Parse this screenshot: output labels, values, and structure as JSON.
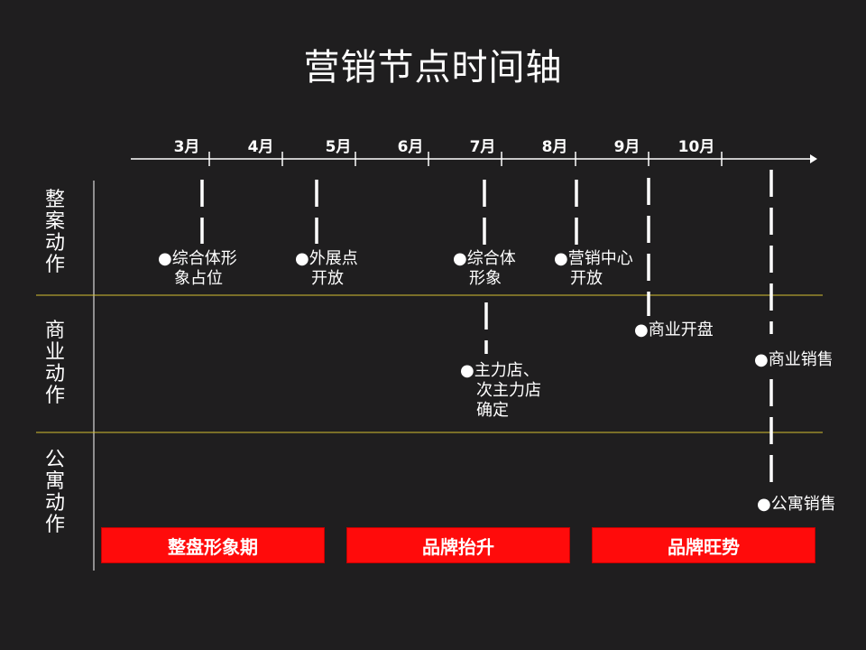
{
  "title": "营销节点时间轴",
  "months": [
    "3月",
    "4月",
    "5月",
    "6月",
    "7月",
    "8月",
    "9月",
    "10月"
  ],
  "rows": [
    {
      "label": [
        "整",
        "案",
        "动",
        "作"
      ]
    },
    {
      "label": [
        "商",
        "业",
        "动",
        "作"
      ]
    },
    {
      "label": [
        "公",
        "寓",
        "动",
        "作"
      ]
    }
  ],
  "events": {
    "e1": {
      "bullet": "●",
      "line1": "综合体形",
      "line2": "象占位"
    },
    "e2": {
      "bullet": "●",
      "line1": "外展点",
      "line2": "开放"
    },
    "e3": {
      "bullet": "●",
      "line1": "综合体",
      "line2": "形象"
    },
    "e4": {
      "bullet": "●",
      "line1": "营销中心",
      "line2": "开放"
    },
    "e5": {
      "bullet": "●",
      "line1": "商业开盘"
    },
    "e6": {
      "bullet": "●",
      "line1": "主力店、",
      "line2": "次主力店",
      "line3": "确定"
    },
    "e7": {
      "bullet": "●",
      "line1": "商业销售"
    },
    "e8": {
      "bullet": "●",
      "line1": "公寓销售"
    }
  },
  "phases": [
    "整盘形象期",
    "品牌抬升",
    "品牌旺势"
  ],
  "colors": {
    "background": "#1f1e1f",
    "phase_fill": "#ff0b0b",
    "row_divider": "#d4c030",
    "text": "#ffffff"
  }
}
